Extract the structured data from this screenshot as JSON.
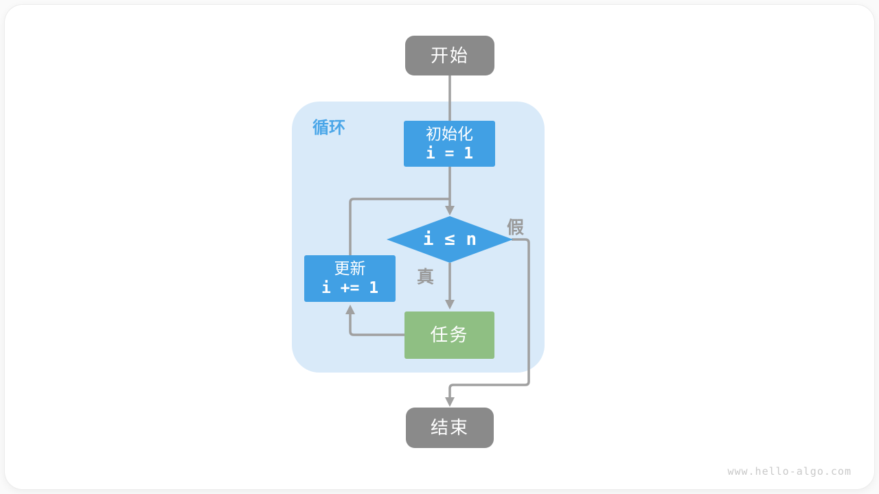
{
  "watermark": "www.hello-algo.com",
  "flowchart": {
    "start": {
      "label": "开始"
    },
    "loop": {
      "label": "循环"
    },
    "init": {
      "label": "初始化",
      "code": "i = 1"
    },
    "condition": {
      "label": "i ≤ n"
    },
    "true_label": "真",
    "false_label": "假",
    "update": {
      "label": "更新",
      "code": "i += 1"
    },
    "task": {
      "label": "任务"
    },
    "end": {
      "label": "结束"
    },
    "colors": {
      "node_blue": "#41a0e4",
      "node_green": "#8fbf83",
      "node_gray": "#8a8a8a",
      "loop_bg": "#d9eaf9",
      "arrow_gray": "#a0a0a0",
      "branch_label_gray": "#9a9a9a",
      "loop_label_blue": "#4aa6e8",
      "watermark_gray": "#c9c9c9"
    }
  }
}
